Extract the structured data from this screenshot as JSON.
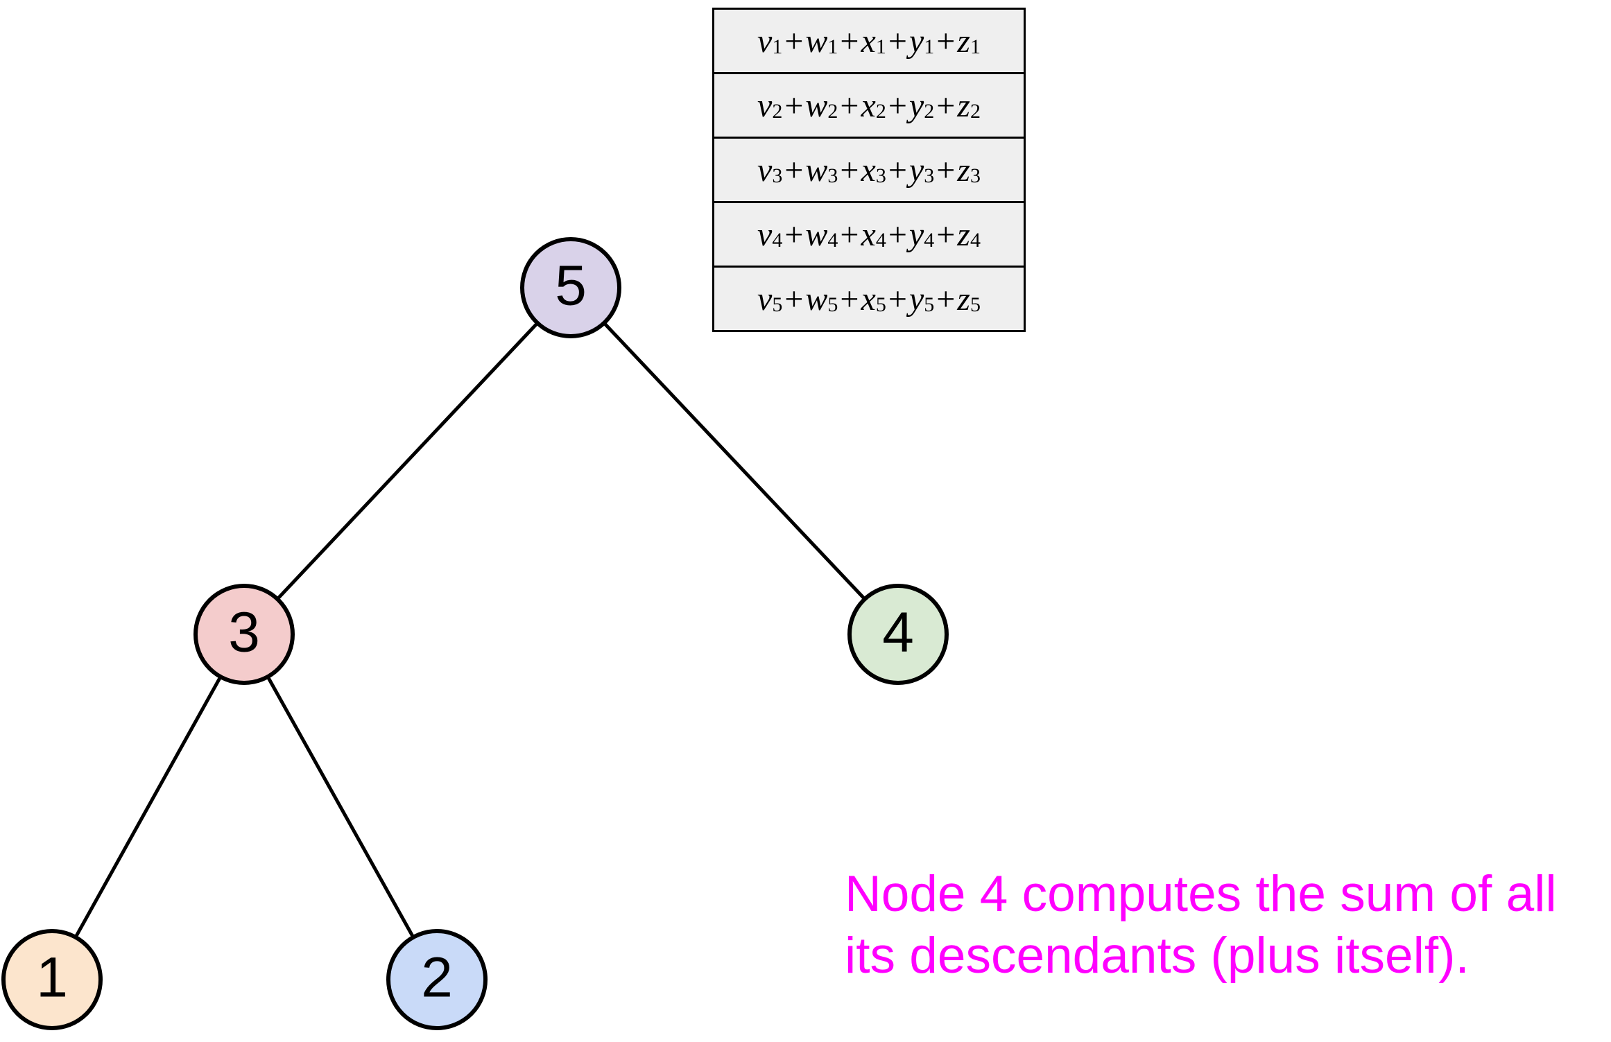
{
  "tree": {
    "root": "5",
    "nodes": [
      {
        "id": "5",
        "label": "5",
        "fill": "#d9d2e9"
      },
      {
        "id": "3",
        "label": "3",
        "fill": "#f4cccc"
      },
      {
        "id": "4",
        "label": "4",
        "fill": "#d9ead3"
      },
      {
        "id": "1",
        "label": "1",
        "fill": "#fce5cd"
      },
      {
        "id": "2",
        "label": "2",
        "fill": "#c9daf8"
      }
    ],
    "edges": [
      {
        "from": "5",
        "to": "3"
      },
      {
        "from": "5",
        "to": "4"
      },
      {
        "from": "3",
        "to": "1"
      },
      {
        "from": "3",
        "to": "2"
      }
    ],
    "stroke_color": "#000000"
  },
  "sum_table": {
    "background": "#efefef",
    "rows": [
      {
        "terms": [
          {
            "var": "v",
            "sub": "1"
          },
          {
            "var": "w",
            "sub": "1"
          },
          {
            "var": "x",
            "sub": "1"
          },
          {
            "var": "y",
            "sub": "1"
          },
          {
            "var": "z",
            "sub": "1"
          }
        ]
      },
      {
        "terms": [
          {
            "var": "v",
            "sub": "2"
          },
          {
            "var": "w",
            "sub": "2"
          },
          {
            "var": "x",
            "sub": "2"
          },
          {
            "var": "y",
            "sub": "2"
          },
          {
            "var": "z",
            "sub": "2"
          }
        ]
      },
      {
        "terms": [
          {
            "var": "v",
            "sub": "3"
          },
          {
            "var": "w",
            "sub": "3"
          },
          {
            "var": "x",
            "sub": "3"
          },
          {
            "var": "y",
            "sub": "3"
          },
          {
            "var": "z",
            "sub": "3"
          }
        ]
      },
      {
        "terms": [
          {
            "var": "v",
            "sub": "4"
          },
          {
            "var": "w",
            "sub": "4"
          },
          {
            "var": "x",
            "sub": "4"
          },
          {
            "var": "y",
            "sub": "4"
          },
          {
            "var": "z",
            "sub": "4"
          }
        ]
      },
      {
        "terms": [
          {
            "var": "v",
            "sub": "5"
          },
          {
            "var": "w",
            "sub": "5"
          },
          {
            "var": "x",
            "sub": "5"
          },
          {
            "var": "y",
            "sub": "5"
          },
          {
            "var": "z",
            "sub": "5"
          }
        ]
      }
    ],
    "operator": "+"
  },
  "annotation": {
    "line1": "Node 4 computes the sum of all",
    "line2": "its descendants (plus itself).",
    "color": "#ff00ff"
  }
}
